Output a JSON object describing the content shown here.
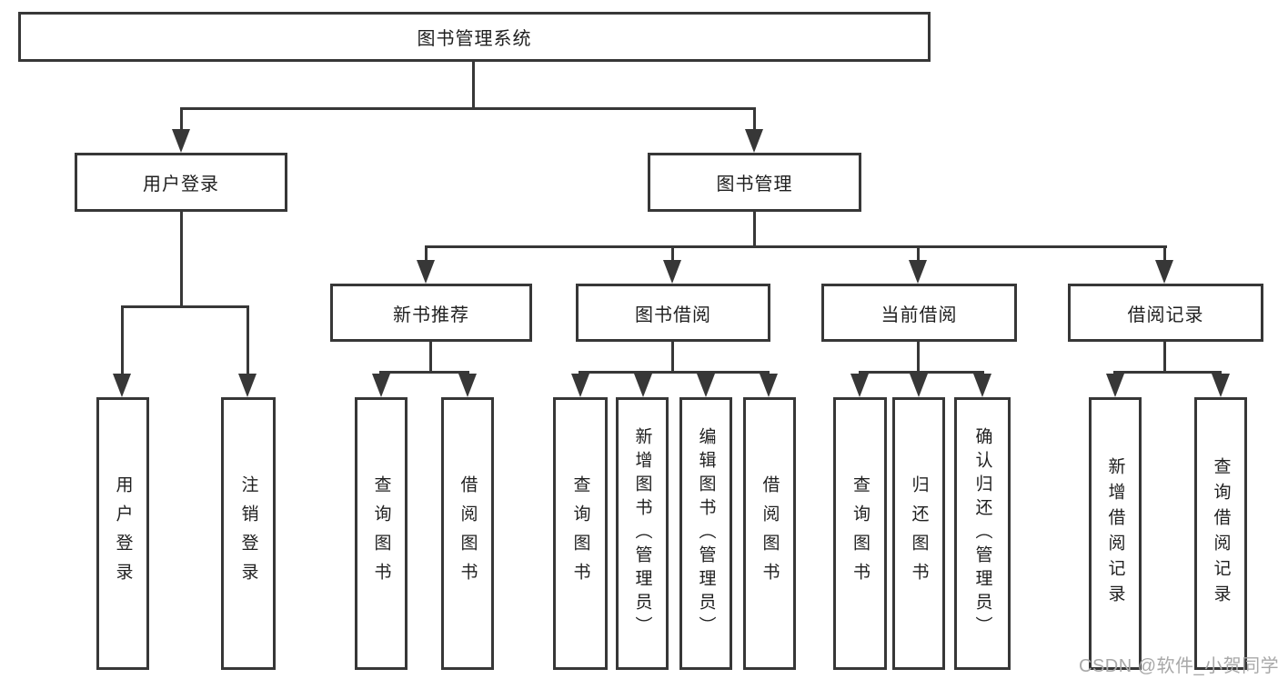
{
  "tree": {
    "label": "图书管理系统",
    "children": [
      {
        "label": "用户登录",
        "children": [
          {
            "label": "用户登录"
          },
          {
            "label": "注销登录"
          }
        ]
      },
      {
        "label": "图书管理",
        "children": [
          {
            "label": "新书推荐",
            "children": [
              {
                "label": "查询图书"
              },
              {
                "label": "借阅图书"
              }
            ]
          },
          {
            "label": "图书借阅",
            "children": [
              {
                "label": "查询图书"
              },
              {
                "label": "新增图书（管理员）"
              },
              {
                "label": "编辑图书（管理员）"
              },
              {
                "label": "借阅图书"
              }
            ]
          },
          {
            "label": "当前借阅",
            "children": [
              {
                "label": "查询图书"
              },
              {
                "label": "归还图书"
              },
              {
                "label": "确认归还（管理员）"
              }
            ]
          },
          {
            "label": "借阅记录",
            "children": [
              {
                "label": "新增借阅记录"
              },
              {
                "label": "查询借阅记录"
              }
            ]
          }
        ]
      }
    ]
  },
  "watermark": {
    "text": "CSDN @软件_小贺同学"
  },
  "colors": {
    "line": "#373737",
    "box_border": "#373737",
    "text": "#1f1f1f",
    "watermark": "#a8a8a8",
    "background": "#ffffff"
  }
}
